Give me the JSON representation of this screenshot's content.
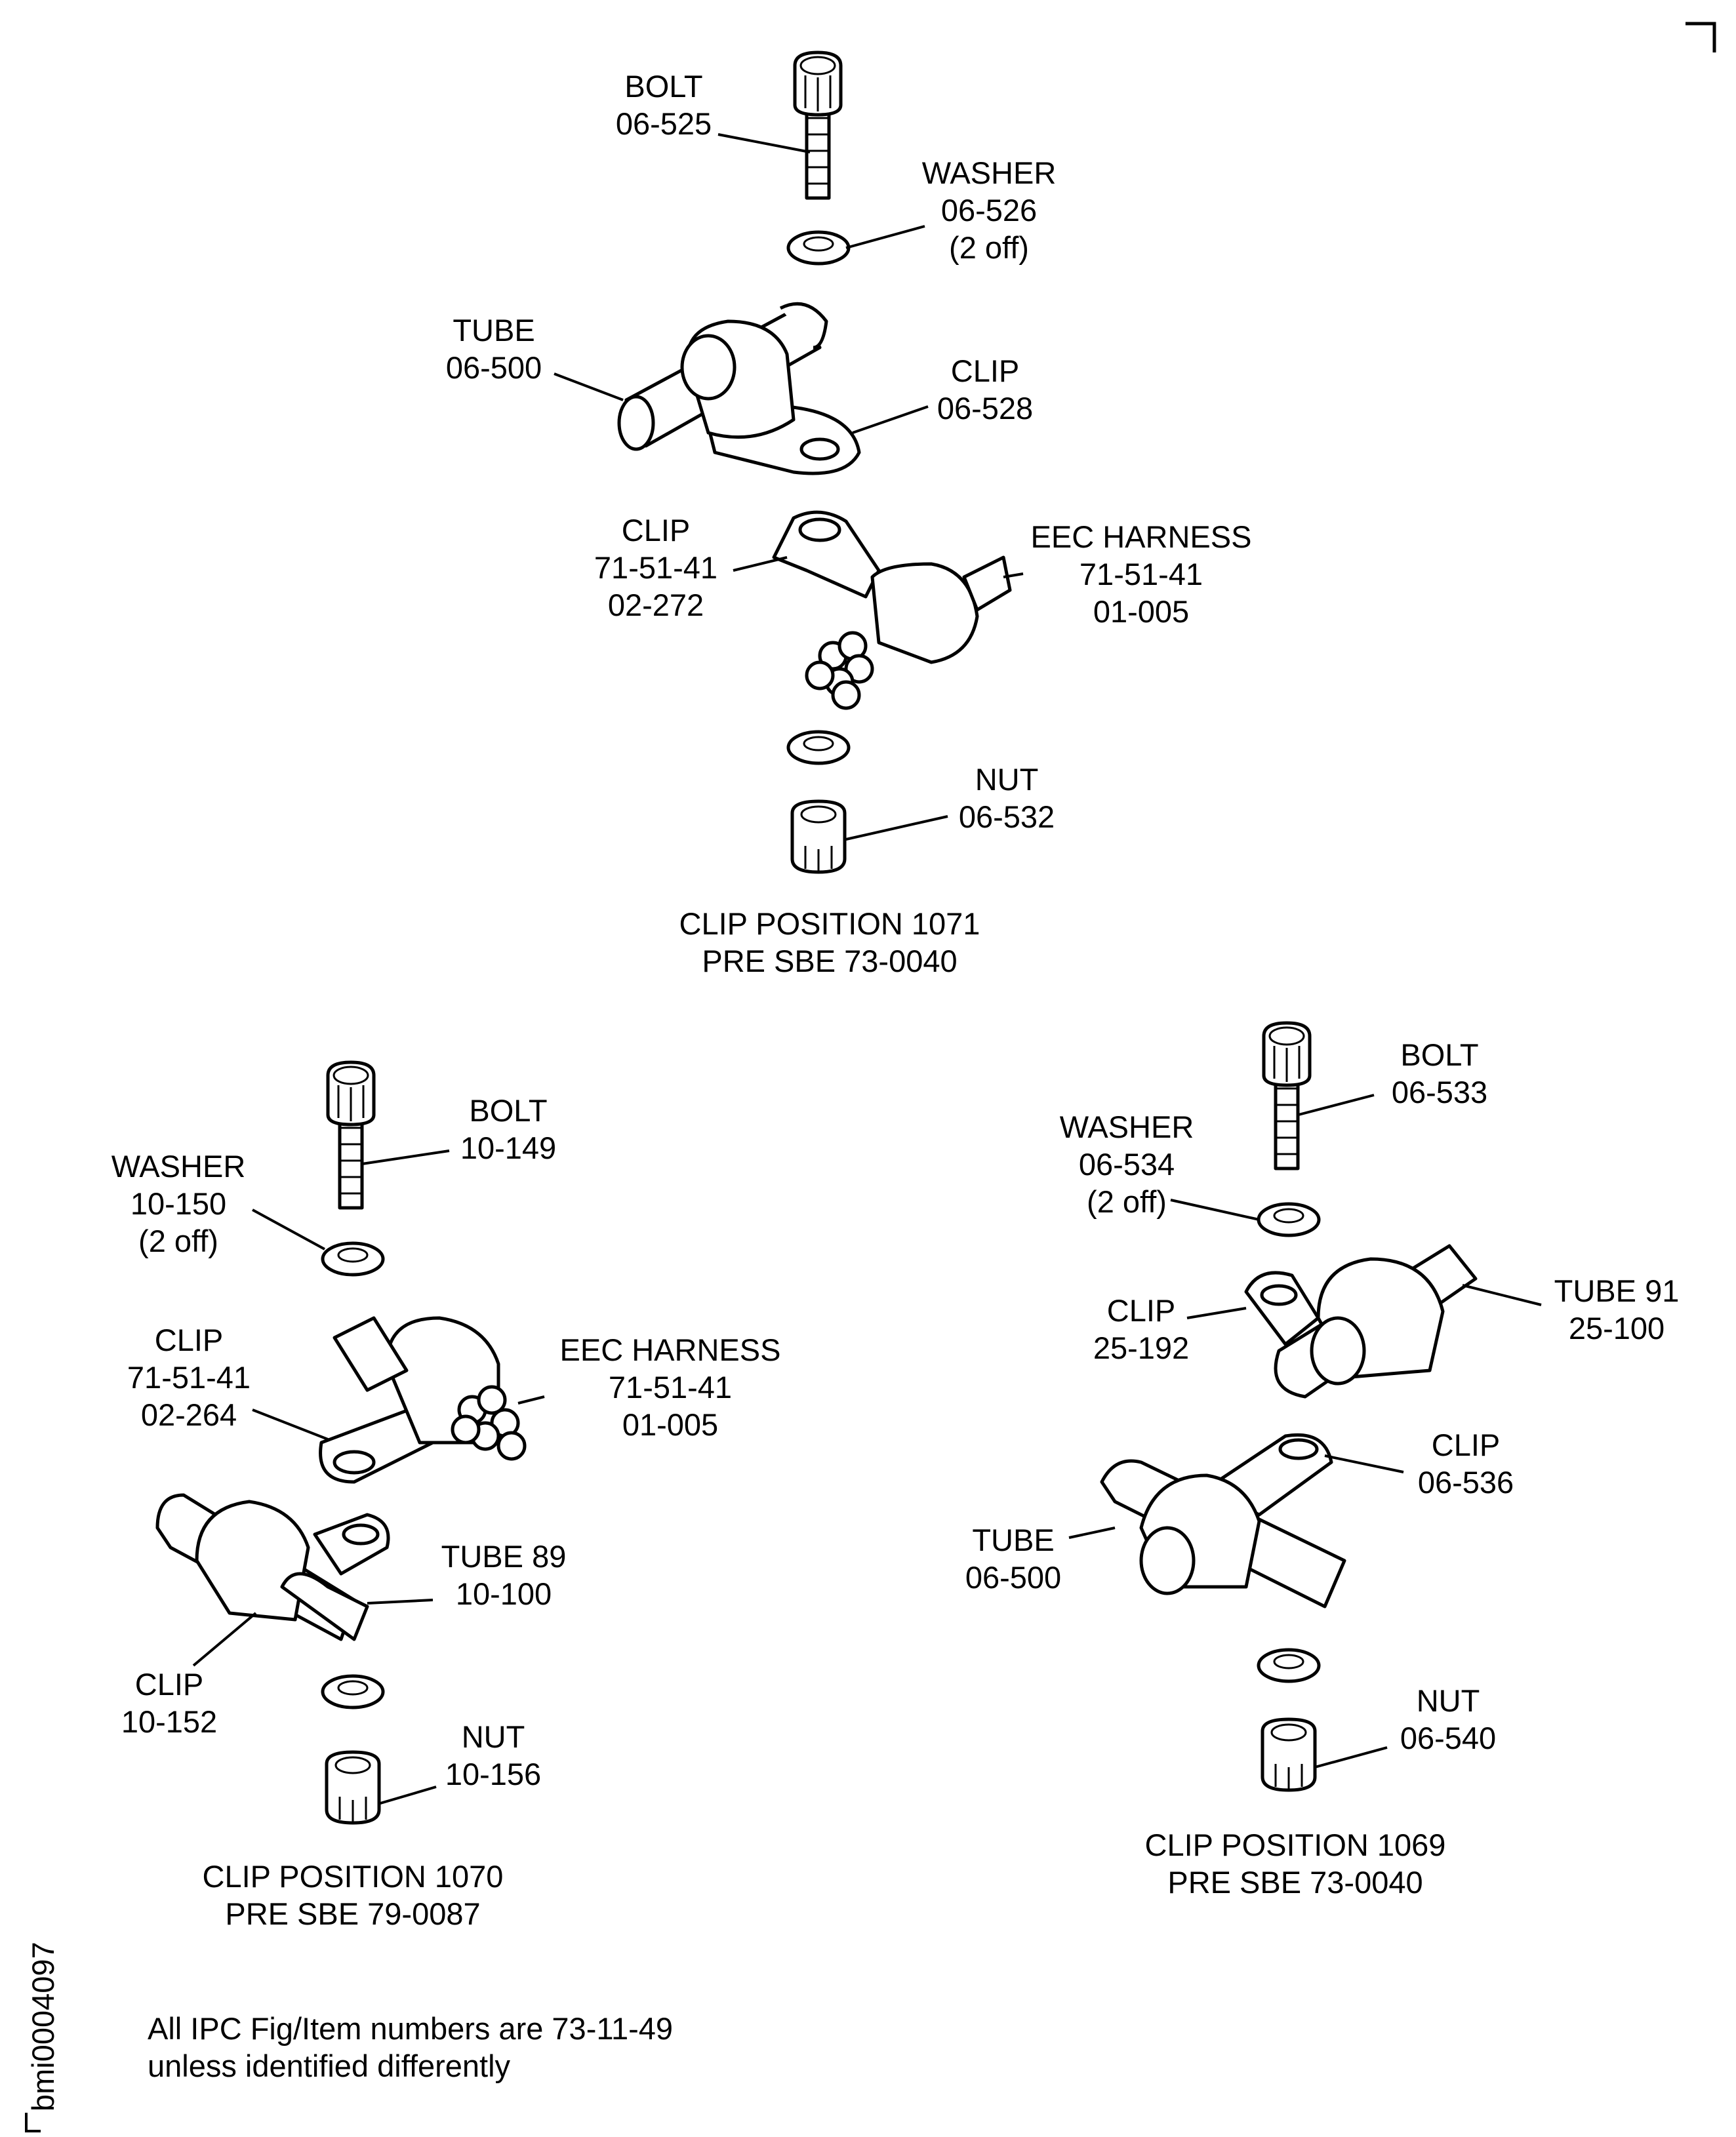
{
  "corner_mark": "┐",
  "assemblies": [
    {
      "id": "1071",
      "caption": [
        "CLIP POSITION 1071",
        "PRE SBE 73-0040"
      ],
      "labels": {
        "bolt": [
          "BOLT",
          "06-525"
        ],
        "washer": [
          "WASHER",
          "06-526",
          "(2 off)"
        ],
        "tube": [
          "TUBE",
          "06-500"
        ],
        "clip_upper": [
          "CLIP",
          "06-528"
        ],
        "clip_lower": [
          "CLIP",
          "71-51-41",
          "02-272"
        ],
        "harness": [
          "EEC HARNESS",
          "71-51-41",
          "01-005"
        ],
        "nut": [
          "NUT",
          "06-532"
        ]
      }
    },
    {
      "id": "1070",
      "caption": [
        "CLIP POSITION 1070",
        "PRE SBE 79-0087"
      ],
      "labels": {
        "bolt": [
          "BOLT",
          "10-149"
        ],
        "washer": [
          "WASHER",
          "10-150",
          "(2 off)"
        ],
        "clip_upper": [
          "CLIP",
          "71-51-41",
          "02-264"
        ],
        "harness": [
          "EEC HARNESS",
          "71-51-41",
          "01-005"
        ],
        "tube": [
          "TUBE 89",
          "10-100"
        ],
        "clip_lower": [
          "CLIP",
          "10-152"
        ],
        "nut": [
          "NUT",
          "10-156"
        ]
      }
    },
    {
      "id": "1069",
      "caption": [
        "CLIP POSITION 1069",
        "PRE SBE 73-0040"
      ],
      "labels": {
        "bolt": [
          "BOLT",
          "06-533"
        ],
        "washer": [
          "WASHER",
          "06-534",
          "(2 off)"
        ],
        "clip_upper": [
          "CLIP",
          "25-192"
        ],
        "tube_upper": [
          "TUBE 91",
          "25-100"
        ],
        "clip_lower": [
          "CLIP",
          "06-536"
        ],
        "tube_lower": [
          "TUBE",
          "06-500"
        ],
        "nut": [
          "NUT",
          "06-540"
        ]
      }
    }
  ],
  "footnote": [
    "All IPC Fig/Item numbers are 73-11-49",
    "unless identified differently"
  ],
  "figure_id": "bmi0004097"
}
